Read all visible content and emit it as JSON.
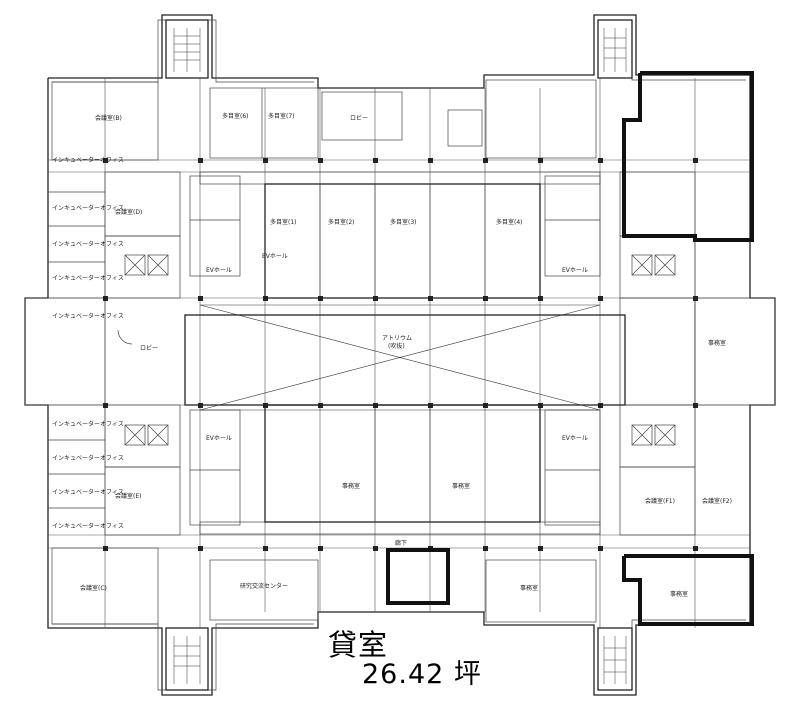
{
  "rental": {
    "label": "貸室",
    "area": "26.42 坪"
  },
  "rooms": {
    "meeting_b": "会議室(B)",
    "meeting_d": "会議室(D)",
    "meeting_e": "会議室(E)",
    "meeting_c": "会議室(C)",
    "meeting_f1": "会議室(F1)",
    "meeting_f2": "会議室(F2)",
    "multi_6": "多目室(6)",
    "multi_7": "多目室(7)",
    "multi_1": "多目室(1)",
    "multi_2": "多目室(2)",
    "multi_3": "多目室(3)",
    "multi_4": "多目室(4)",
    "lobby_top": "ロビー",
    "lobby_left": "ロビー",
    "atrium": "アトリウム",
    "atrium_sub": "(吹抜)",
    "ev_hall_1": "EVホール",
    "ev_hall_2": "EVホール",
    "ev_hall_3": "EVホール",
    "ev_hall_4": "EVホール",
    "ev_hall_5": "EVホール",
    "incubator": "インキュベーターオフィス",
    "info_center": "研究交流センター",
    "office": "事務室",
    "corridor": "廊下"
  },
  "colors": {
    "line": "#222222",
    "highlight": "#111111"
  }
}
